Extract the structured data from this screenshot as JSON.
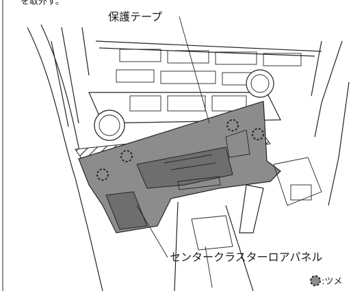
{
  "top_text": "を取外す。",
  "labels": {
    "protective_tape": "保護テープ",
    "lower_panel": "センタークラスターロアパネル"
  },
  "legend": {
    "symbol": "claw-symbol",
    "text": ":ツメ"
  },
  "colors": {
    "panel": "#8c8c8c",
    "line": "#222222"
  }
}
